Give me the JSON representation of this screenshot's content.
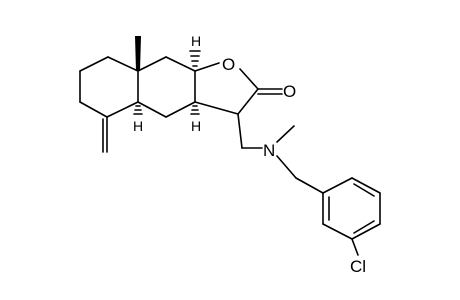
{
  "molecule": {
    "atoms": {
      "oxygen_ring": "O",
      "oxygen_carbonyl": "O",
      "nitrogen": "N",
      "chlorine": "Cl",
      "h_top": "H",
      "h_junction_right": "H",
      "h_junction_left": "H"
    }
  }
}
